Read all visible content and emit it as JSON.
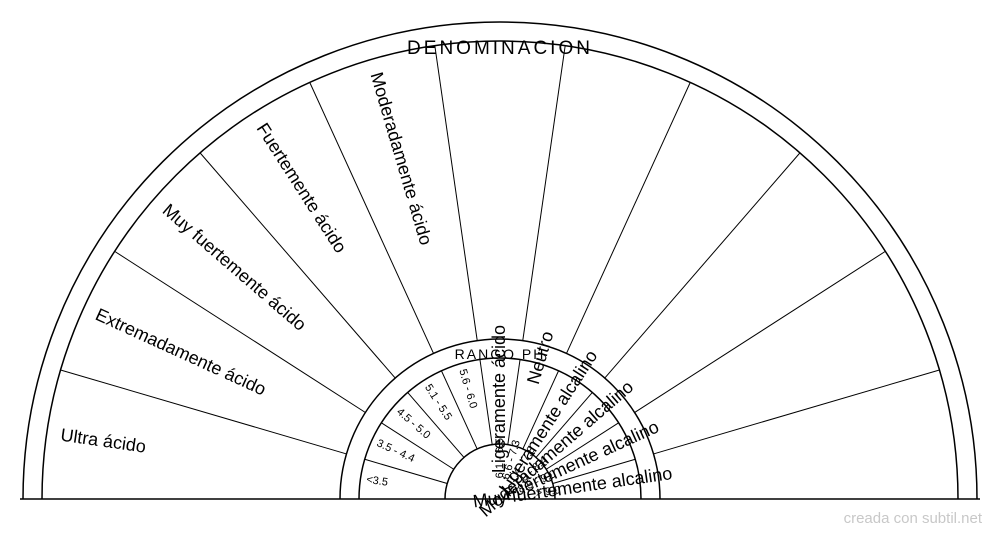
{
  "outer_title": "DENOMINACION",
  "inner_title": "RANGO PH",
  "categories": [
    "Ultra ácido",
    "Extremadamente ácido",
    "Muy fuertemente ácido",
    "Fuertemente ácido",
    "Moderadamente ácido",
    "Ligeramente ácido",
    "Neutro",
    "Ligeramente alcalino",
    "Moderadamente alcalino",
    "Fuertemente alcalino",
    "Muy fuertemente alcalino"
  ],
  "ph_ranges": [
    "<3.5",
    "3.5 - 4.4",
    "4.5 - 5.0",
    "5.1 - 5.5",
    "5.6 - 6.0",
    "6.1 - 6.5",
    "6.6 - 7.3",
    "7.4 - 7.8",
    "7.9 - 8.4",
    "8.5 - 9.0",
    "> 9.0"
  ],
  "credit": "creada con subtil.net",
  "colors": {
    "stroke": "#000000",
    "background": "#ffffff",
    "credit": "#c8c8c8"
  }
}
